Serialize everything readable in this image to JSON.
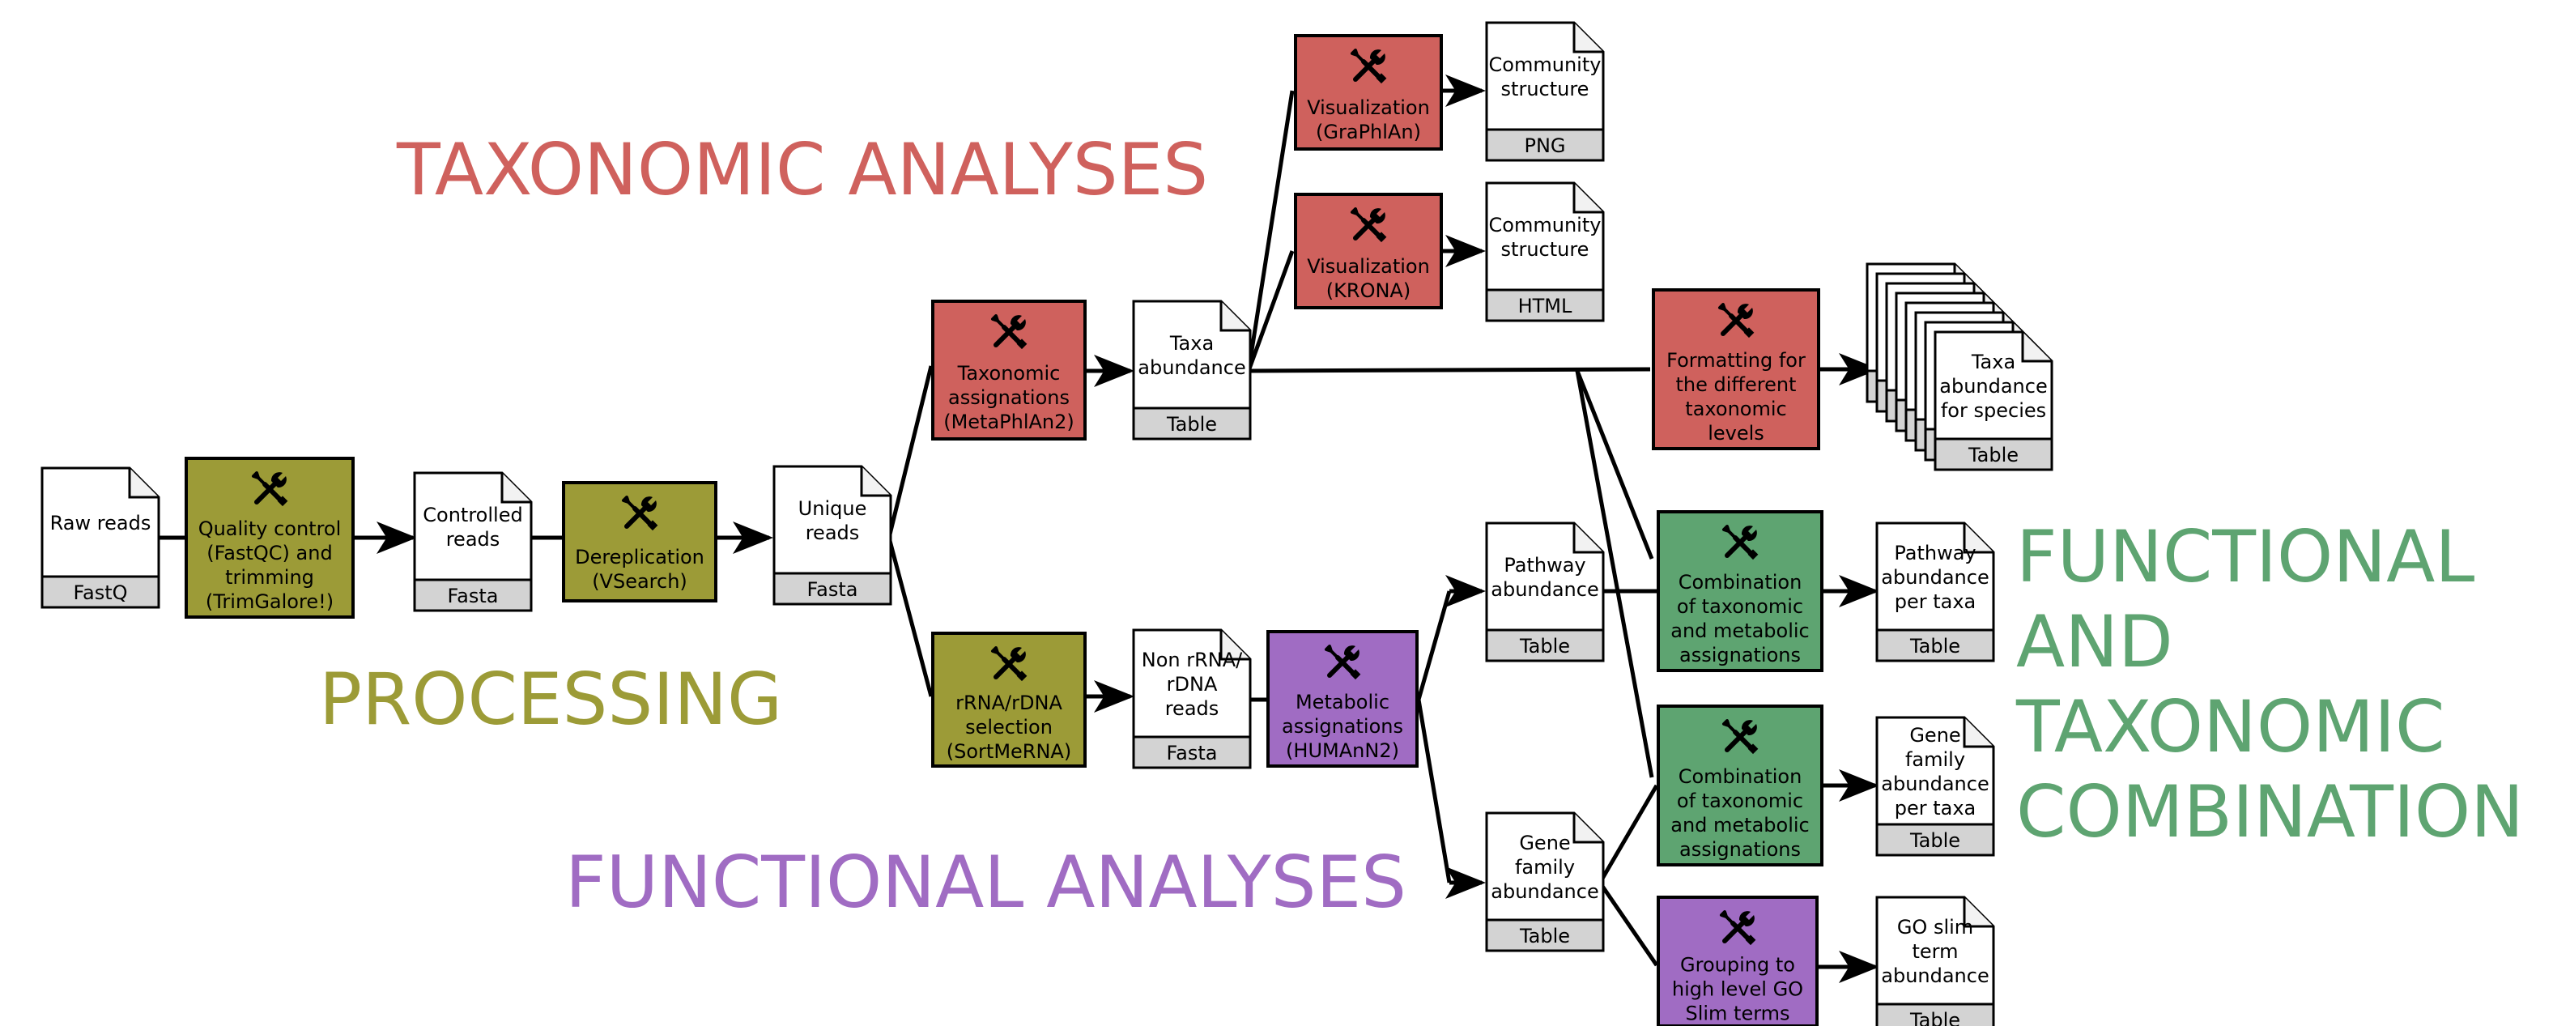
{
  "colors": {
    "processing": "#9c9b37",
    "taxonomic": "#cf615d",
    "functional": "#a06cc3",
    "combination": "#5ea471",
    "file_tag": "#d3d3d3",
    "file_body": "#ffffff",
    "stroke": "#000000"
  },
  "sections": {
    "taxonomic": "TAXONOMIC ANALYSES",
    "processing": "PROCESSING",
    "functional": "FUNCTIONAL ANALYSES",
    "combination": [
      "FUNCTIONAL",
      "AND",
      "TAXONOMIC",
      "COMBINATION"
    ]
  },
  "tool_icon": "wrench-screwdriver-icon",
  "tools": [
    {
      "id": "quality-control",
      "lines": [
        "Quality control",
        "(FastQC) and",
        "trimming",
        "(TrimGalore!)"
      ],
      "group": "processing"
    },
    {
      "id": "dereplication",
      "lines": [
        "Dereplication",
        "(VSearch)"
      ],
      "group": "processing"
    },
    {
      "id": "rrna-selection",
      "lines": [
        "rRNA/rDNA",
        "selection",
        "(SortMeRNA)"
      ],
      "group": "processing"
    },
    {
      "id": "taxonomic-assignations",
      "lines": [
        "Taxonomic",
        "assignations",
        "(MetaPhlAn2)"
      ],
      "group": "taxonomic"
    },
    {
      "id": "visualization-graphlan",
      "lines": [
        "Visualization",
        "(GraPhlAn)"
      ],
      "group": "taxonomic"
    },
    {
      "id": "visualization-krona",
      "lines": [
        "Visualization",
        "(KRONA)"
      ],
      "group": "taxonomic"
    },
    {
      "id": "formatting-taxonomic-levels",
      "lines": [
        "Formatting for",
        "the different",
        "taxonomic",
        "levels"
      ],
      "group": "taxonomic"
    },
    {
      "id": "metabolic-assignations",
      "lines": [
        "Metabolic",
        "assignations",
        "(HUMAnN2)"
      ],
      "group": "functional"
    },
    {
      "id": "combination-1",
      "lines": [
        "Combination",
        "of taxonomic",
        "and metabolic",
        "assignations"
      ],
      "group": "combination"
    },
    {
      "id": "combination-2",
      "lines": [
        "Combination",
        "of taxonomic",
        "and metabolic",
        "assignations"
      ],
      "group": "combination"
    },
    {
      "id": "grouping-go-slim",
      "lines": [
        "Grouping to",
        "high level GO",
        "Slim terms"
      ],
      "group": "functional"
    }
  ],
  "files": [
    {
      "id": "raw-reads",
      "lines": [
        "Raw reads"
      ],
      "type": "FastQ"
    },
    {
      "id": "controlled-reads",
      "lines": [
        "Controlled",
        "reads"
      ],
      "type": "Fasta"
    },
    {
      "id": "unique-reads",
      "lines": [
        "Unique",
        "reads"
      ],
      "type": "Fasta"
    },
    {
      "id": "taxa-abundance",
      "lines": [
        "Taxa",
        "abundance"
      ],
      "type": "Table"
    },
    {
      "id": "community-structure-png",
      "lines": [
        "Community",
        "structure"
      ],
      "type": "PNG"
    },
    {
      "id": "community-structure-html",
      "lines": [
        "Community",
        "structure"
      ],
      "type": "HTML"
    },
    {
      "id": "taxa-abundance-species",
      "lines": [
        "Taxa",
        "abundance",
        "for species"
      ],
      "type": "Table"
    },
    {
      "id": "non-rrna-reads",
      "lines": [
        "Non rRNA/",
        "rDNA",
        "reads"
      ],
      "type": "Fasta"
    },
    {
      "id": "pathway-abundance",
      "lines": [
        "Pathway",
        "abundance"
      ],
      "type": "Table"
    },
    {
      "id": "gene-family-abundance",
      "lines": [
        "Gene",
        "family",
        "abundance"
      ],
      "type": "Table"
    },
    {
      "id": "pathway-abundance-per-taxa",
      "lines": [
        "Pathway",
        "abundance",
        "per taxa"
      ],
      "type": "Table"
    },
    {
      "id": "gene-family-abundance-per-taxa",
      "lines": [
        "Gene",
        "family",
        "abundance",
        "per taxa"
      ],
      "type": "Table"
    },
    {
      "id": "go-slim-term-abundance",
      "lines": [
        "GO slim",
        "term",
        "abundance"
      ],
      "type": "Table"
    }
  ]
}
